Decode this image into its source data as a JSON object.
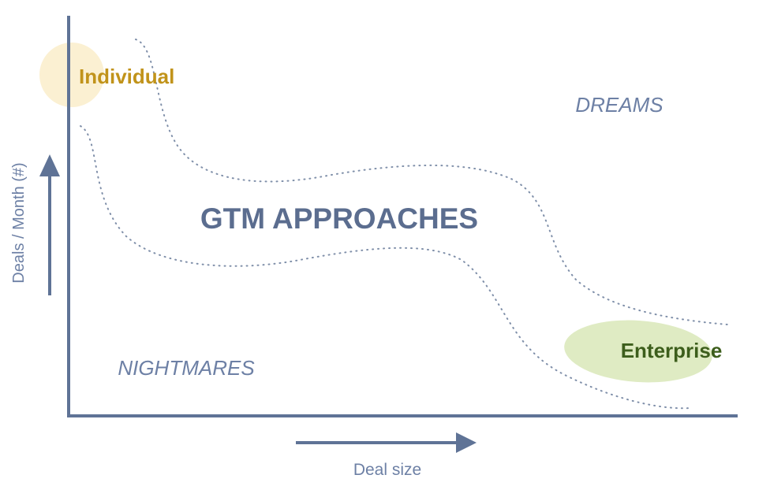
{
  "diagram": {
    "title": "GTM APPROACHES",
    "x_axis_label": "Deal size",
    "y_axis_label": "Deals / Month (#)",
    "zones": {
      "upper": "DREAMS",
      "lower": "NIGHTMARES"
    },
    "segments": {
      "individual": "Individual",
      "enterprise": "Enterprise"
    },
    "colors": {
      "axis": "#5f7396",
      "title": "#5b6d8f",
      "zone_text": "#6d80a5",
      "band_dots": "#7f8fa9",
      "individual_fill": "#fbf0d2",
      "individual_text": "#c1931a",
      "enterprise_fill": "#dfebc3",
      "enterprise_text": "#3d5e1c"
    }
  }
}
